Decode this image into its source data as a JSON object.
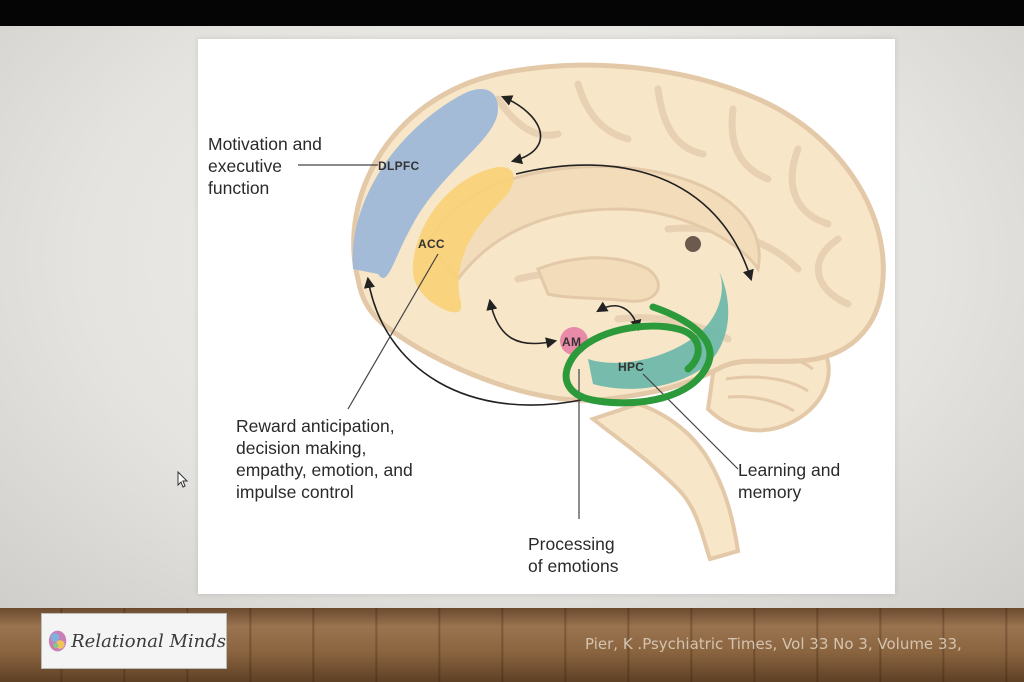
{
  "diagram": {
    "regions": {
      "dlpfc": "DLPFC",
      "acc": "ACC",
      "amygdala": "AM",
      "hippocampus": "HPC"
    },
    "annotations": {
      "motivation": "Motivation and\nexecutive\nfunction",
      "reward": "Reward anticipation,\ndecision making,\nempathy, emotion, and\nimpulse control",
      "learning": "Learning and\nmemory",
      "processing": "Processing\nof emotions"
    },
    "colors": {
      "brain_fill": "#f7e6c8",
      "brain_outline": "#e3c9a8",
      "dlpfc": "#9fb8d8",
      "acc": "#f9d27a",
      "amygdala": "#e98aa8",
      "hippocampus": "#6fb8ab",
      "marker": "#2c9a3a"
    }
  },
  "footer": {
    "logo_text": "Relational Minds",
    "citation": "Pier, K .Psychiatric Times, Vol 33 No 3, Volume 33,"
  }
}
